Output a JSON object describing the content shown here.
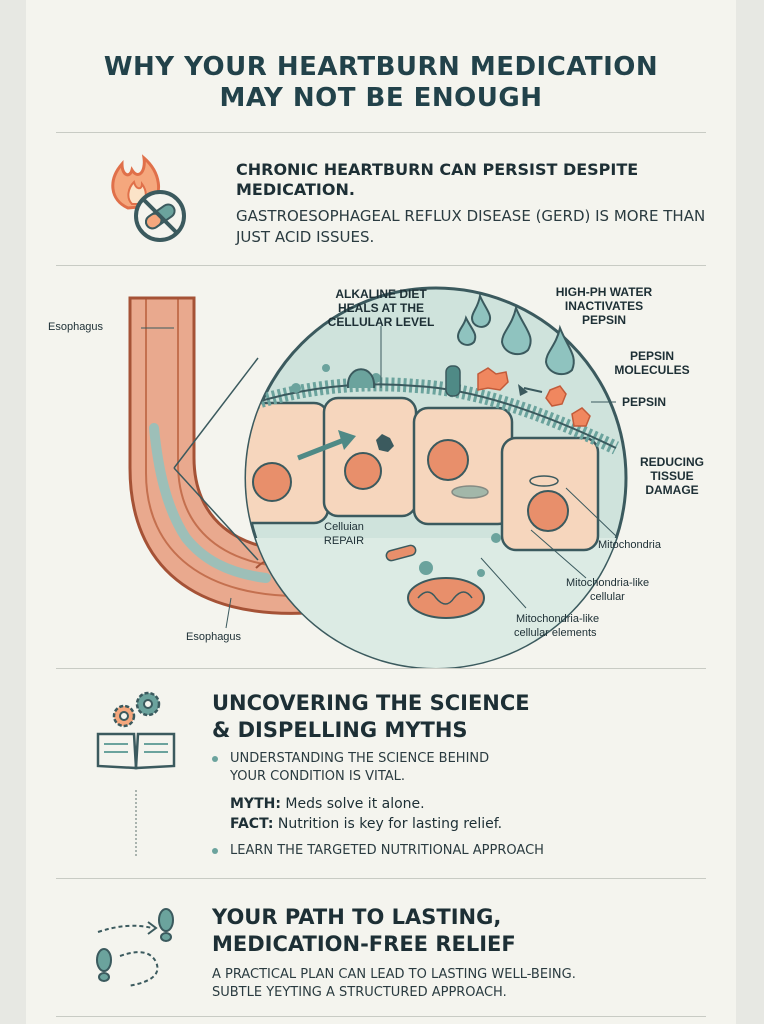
{
  "title": {
    "line1": "WHY YOUR HEARTBURN MEDICATION",
    "line2": "MAY NOT BE ENOUGH"
  },
  "intro": {
    "heading": "Chronic heartburn can persist despite medication.",
    "subtext": "Gastroesophageal reflux disease (GERD) is more than just acid issues."
  },
  "diagram": {
    "labels": {
      "esophagus_top": "Esophagus",
      "esophagus_bottom": "Esophagus",
      "alkaline_1": "ALKALINE DIET",
      "alkaline_2": "HEALS AT THE",
      "alkaline_3": "CELLULAR LEVEL",
      "water_1": "HIGH-PH WATER",
      "water_2": "INACTIVATES",
      "water_3": "PEPSIN",
      "pepsin_mol_1": "PEPSIN",
      "pepsin_mol_2": "MOLECULES",
      "pepsin": "PEPSIN",
      "reducing_1": "REDUCING",
      "reducing_2": "TISSUE",
      "reducing_3": "DAMAGE",
      "mito": "Mitochondria",
      "mito_like_1": "Mitochondria-like",
      "mito_like_2": "cellular",
      "mito_like_elems_1": "Mitochondria-like",
      "mito_like_elems_2": "cellular elements",
      "repair_1": "Celluian",
      "repair_2": "REPAIR"
    }
  },
  "science": {
    "heading_1": "UNCOVERING THE SCIENCE",
    "heading_2": "& DISPELLING MYTHS",
    "bullet1_1": "Understanding the science behind",
    "bullet1_2": "your condition is vital.",
    "myth_label": "MYTH:",
    "myth_text": " Meds solve it alone.",
    "fact_label": "FACT:",
    "fact_text": " Nutrition is key for lasting relief.",
    "bullet2": "Learn the targeted nutritional approach"
  },
  "path": {
    "heading_1": "YOUR PATH TO LASTING,",
    "heading_2": "MEDICATION-FREE RELIEF",
    "sub_1": "A practical plan can lead to lasting well-being.",
    "sub_2": "Subtle yeyting a structured approach."
  },
  "icons": [
    "flame-icon",
    "no-pill-icon",
    "gears-icon",
    "open-book-icon",
    "footprints-icon"
  ],
  "colors": {
    "title": "#22424a",
    "accent_teal": "#6ba39d",
    "tissue": "#e9a98e",
    "cell": "#f6d6bd",
    "nucleus": "#e88f6b"
  }
}
